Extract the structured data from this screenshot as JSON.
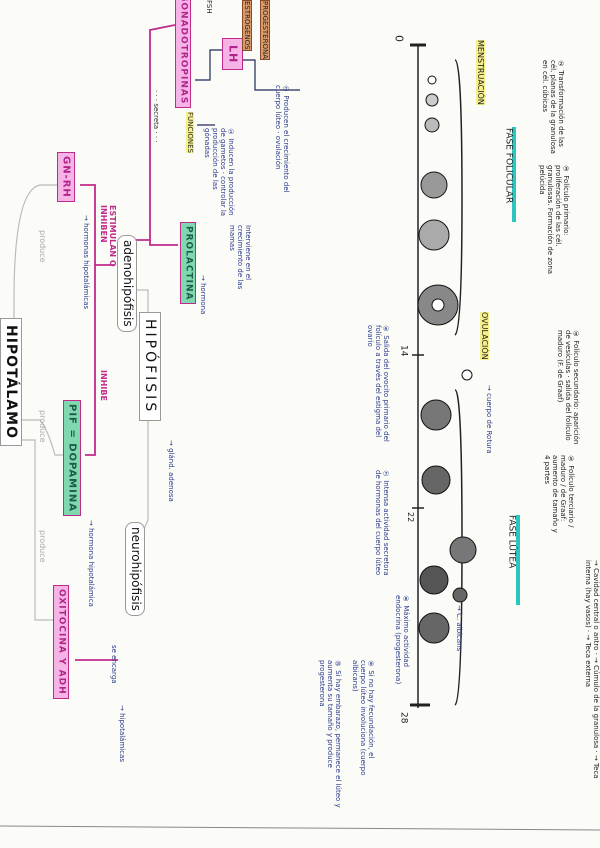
{
  "map": {
    "root": "HIPOTÁLAMO",
    "produce": "produce",
    "gnrh": "GN-RH",
    "gnrh_note": "→ hormonas hipotalámicas",
    "pif": "PIF = DOPAMINA",
    "pif_note": "→ hormona hipotalámica",
    "oxitocina": "OXITOCINA Y ADH",
    "oxitocina_note": "→ hipotalámicas",
    "estimulan": "ESTIMULAN O INHIBEN",
    "inhibe": "INHIBE",
    "adeno": "adenohipófisis",
    "hipofisis": "HIPÓFISIS",
    "hipofisis_note": "→ glánd. adenosa",
    "neuro": "neurohipófisis",
    "neuro_note": "se encarga",
    "secreta": "· · · secreta · · ·",
    "gonadotropinas": "GONADOTROPINAS",
    "funciones": "FUNCIONES",
    "funciones_note": "① Inducen la producción de gametos · controlar la producción de las gónadas",
    "prolactina": "PROLACTINA",
    "prolactina_note": "→ hormona",
    "prolactina_desc": "Interviene en el crecimiento de las mamas",
    "lh": "LH",
    "lh_note": "② Producen el crecimiento del cuerpo lúteo · ovulación",
    "fsh": "FSH",
    "estrogenos": "ESTRÓGENOS",
    "progesterona": "PROGESTERONA"
  },
  "cycle": {
    "menstruacion": "MENSTRUACIÓN",
    "ovulacion": "OVULACIÓN",
    "fase_folicular": "FASE FOLICULAR",
    "fase_lutea": "FASE LÚTEA",
    "days": [
      "0",
      "14",
      "22",
      "28"
    ],
    "cuerpo": "→ cuerpo de Rotura",
    "albicans": "→ C. albicans",
    "notes": [
      "② Transformación de las cél. planas de la granulosa en cél. cúbicas",
      "③ Folículo primario: proliferación de las cél. granulosas. Formación de zona pelúcida",
      "④ Folículo secundario: aparición de vesículas · salida del folículo maduro (F. de Graaf)",
      "⑤ Folículo terciario / maduro / de Graaf: aumento de tamaño y 4 partes",
      "→ Cavidad central o antro · → Cúmulo de la granulosa · → Teca interna (hay vasos) · → Teca externa",
      "⑥ Salida del ovocito primario del folículo a través del estigma del ovario",
      "⑦ Intensa actividad secretora de hormonas del cuerpo lúteo",
      "⑧ Máximo actividad endocrina (progesterona)",
      "⑨ Si no hay fecundación, el cuerpo lúteo involuciona (cuerpo albicans)",
      "⑩ Si hay embarazo, permanece el lúteo y aumenta su tamaño y produce progesterona"
    ]
  },
  "colors": {
    "pink": "#f6b3e6",
    "green": "#7fd8ae",
    "teal": "#2ec4c0",
    "yellow": "#f6f08a",
    "connector": "#c02a8a"
  }
}
